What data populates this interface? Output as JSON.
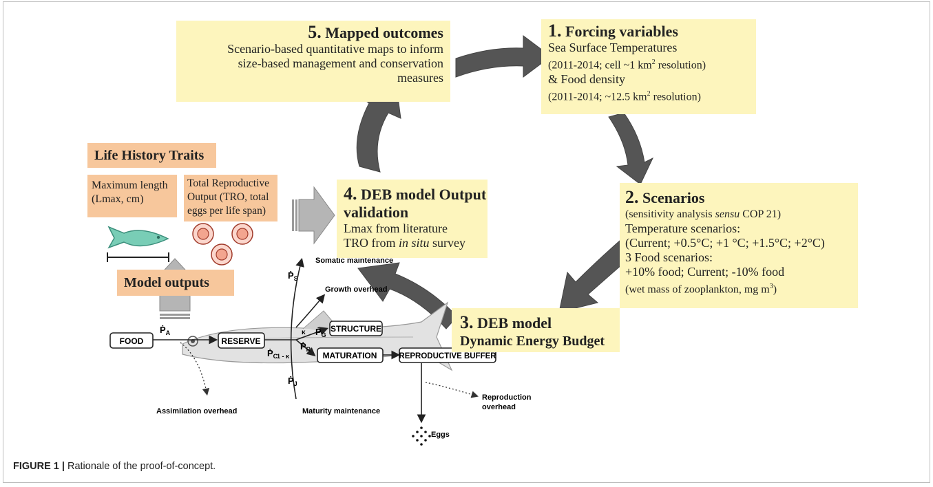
{
  "boxes": {
    "mapped_outcomes": {
      "number": "5.",
      "title": "Mapped outcomes",
      "lines": [
        "Scenario-based quantitative maps to inform",
        "size-based management and conservation",
        "measures"
      ]
    },
    "forcing": {
      "number": "1.",
      "title": "Forcing variables",
      "line1": "Sea Surface Temperatures",
      "line2_pre": "(2011-2014; cell ~1 km",
      "line2_sup": "2",
      "line2_post": " resolution)",
      "line3": "& Food density",
      "line4_pre": "(2011-2014; ~12.5 km",
      "line4_sup": "2",
      "line4_post": " resolution)"
    },
    "scenarios": {
      "number": "2.",
      "title": "Scenarios",
      "line1_pre": "(sensitivity analysis ",
      "line1_em": "sensu",
      "line1_post": " COP 21)",
      "line2": "Temperature scenarios:",
      "line3": "(Current; +0.5°C; +1 °C; +1.5°C; +2°C)",
      "line4": "3 Food scenarios:",
      "line5": "+10% food; Current; -10% food",
      "line6_pre": "(wet mass of zooplankton, mg m",
      "line6_sup": "3",
      "line6_post": ")"
    },
    "deb_model": {
      "number": "3.",
      "title": "DEB model",
      "subtitle": "Dynamic Energy Budget"
    },
    "validation": {
      "number": "4.",
      "title_line1": "DEB model Output",
      "title_line2": "validation",
      "line1": "Lmax from literature",
      "line2_pre": "TRO from ",
      "line2_em": "in situ",
      "line2_post": " survey"
    },
    "life_history": {
      "title": "Life History Traits"
    },
    "max_length": {
      "lines": [
        "Maximum length",
        "(Lmax, cm)"
      ]
    },
    "tro": {
      "lines": [
        "Total Reproductive",
        "Output (TRO, total",
        "eggs per life span)"
      ]
    },
    "model_outputs": {
      "title": "Model outputs"
    }
  },
  "deb_schematic": {
    "food": "FOOD",
    "reserve": "RESERVE",
    "structure": "STRUCTURE",
    "maturation": "MATURATION",
    "reproductive_buffer": "REPRODUCTIVE BUFFER",
    "somatic_maintenance": "Somatic maintenance",
    "growth_overhead": "Growth overhead",
    "assimilation_overhead": "Assimilation overhead",
    "maturity_maintenance": "Maturity maintenance",
    "reproduction_overhead_1": "Reproduction",
    "reproduction_overhead_2": "overhead",
    "eggs": "Eggs",
    "flux_a": "Ṗ",
    "flux_a_sub": "A",
    "flux_s": "Ṗ",
    "flux_s_sub": "S",
    "flux_g": "Ṗ",
    "flux_g_sub": "G",
    "flux_c": "Ṗ",
    "flux_c_sub": "C",
    "flux_r": "Ṗ",
    "flux_r_sub": "R",
    "flux_j": "Ṗ",
    "flux_j_sub": "J",
    "kappa": "κ",
    "one_minus_kappa": "1 - κ"
  },
  "caption": {
    "label": "FIGURE 1 |",
    "text": " Rationale of the proof-of-concept."
  },
  "colors": {
    "box_yellow": "#fdf5bd",
    "box_orange": "#f7c79c",
    "cycle_arrow": "#555555",
    "block_arrow": "#b5b5b5",
    "fish_green": "#79cdb6",
    "egg_fill": "#f3a58f"
  }
}
